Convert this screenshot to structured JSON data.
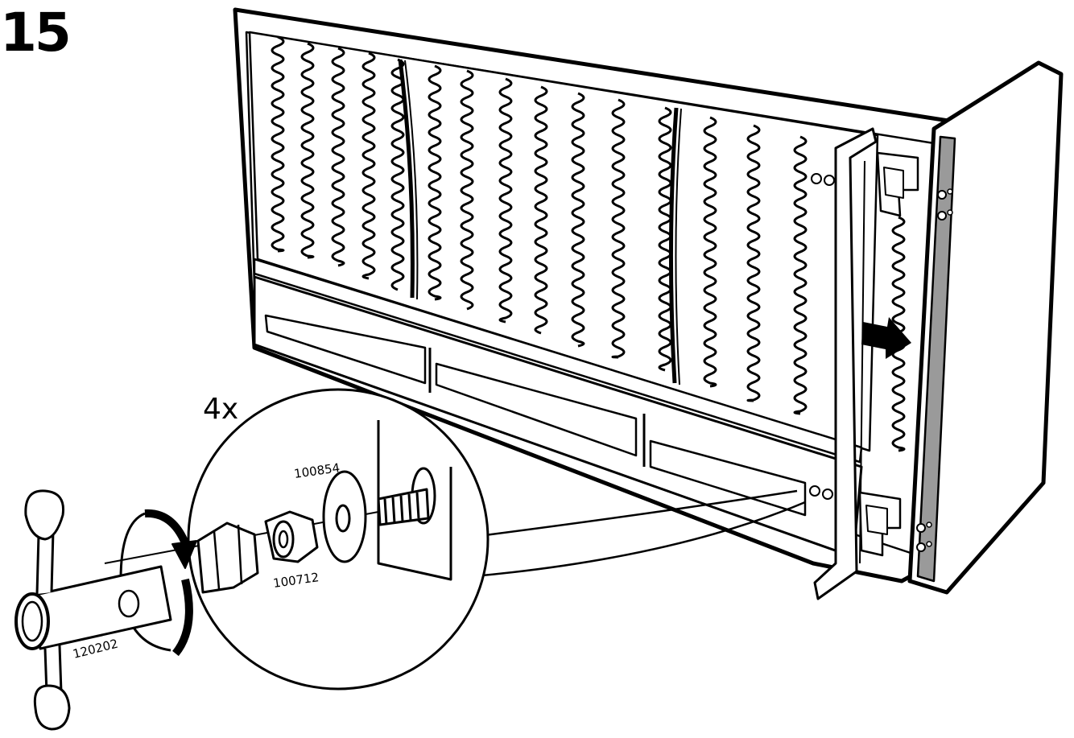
{
  "step": {
    "number": "15"
  },
  "detail": {
    "quantity": "4x",
    "parts": [
      {
        "id": "100854",
        "name": "washer"
      },
      {
        "id": "100712",
        "name": "nut"
      },
      {
        "id": "120202",
        "name": "tool"
      }
    ]
  },
  "icons": [
    "sofa-frame-illustration",
    "arrow-right-icon",
    "rotate-arrow-icon",
    "wrench-tool-icon",
    "nut-icon",
    "washer-icon",
    "bolt-icon"
  ],
  "colors": {
    "ink": "#000000",
    "paper": "#ffffff",
    "shade": "#9a9a9a"
  }
}
